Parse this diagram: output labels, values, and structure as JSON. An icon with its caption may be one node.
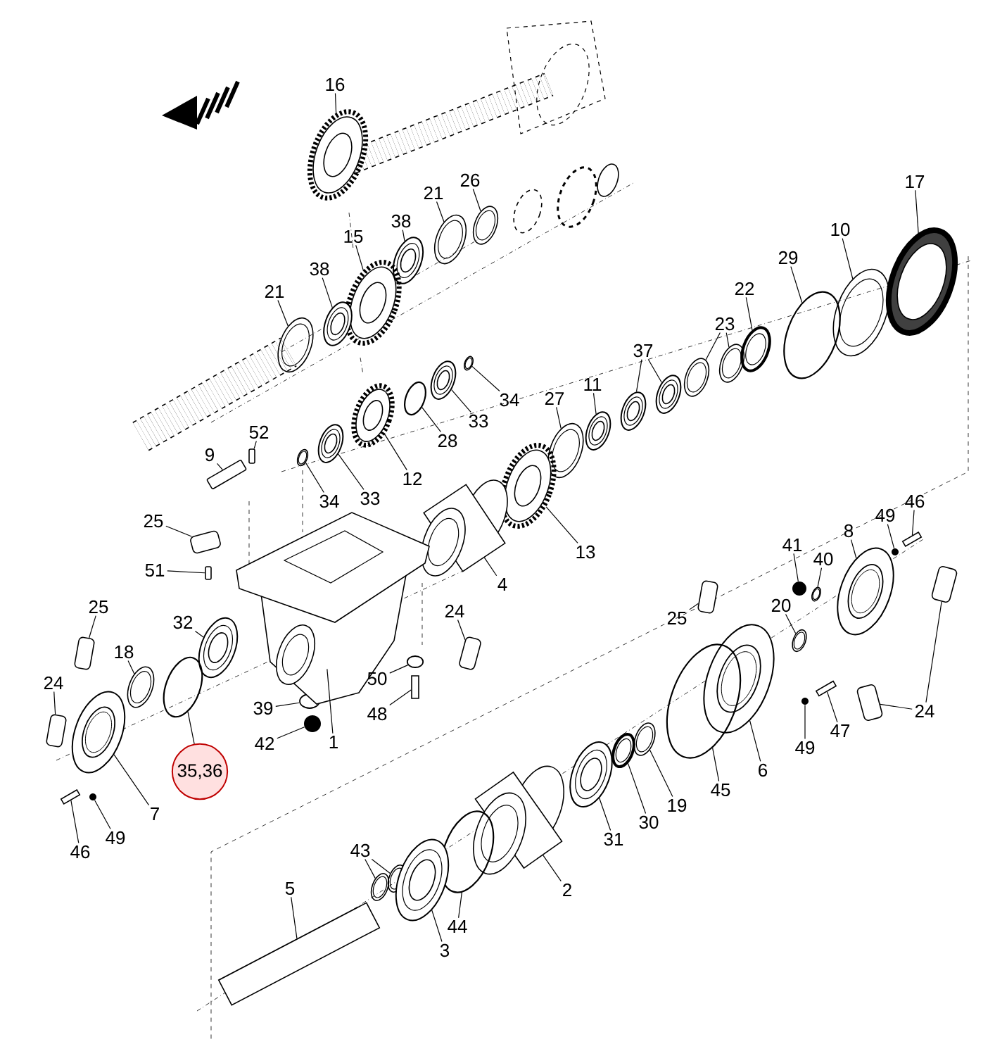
{
  "diagram": {
    "nodes": [
      {
        "text": [
          "16"
        ]
      },
      {
        "text": [
          "26"
        ]
      },
      {
        "text": [
          "21"
        ]
      },
      {
        "text": [
          "38"
        ]
      },
      {
        "text": [
          "15"
        ]
      },
      {
        "text": [
          "17"
        ]
      },
      {
        "text": [
          "38"
        ]
      },
      {
        "text": [
          "21"
        ]
      },
      {
        "text": [
          "10"
        ]
      },
      {
        "text": [
          "29"
        ]
      },
      {
        "text": [
          "22"
        ]
      },
      {
        "text": [
          "23"
        ]
      },
      {
        "text": [
          "37"
        ]
      },
      {
        "text": [
          "11"
        ]
      },
      {
        "text": [
          "27"
        ]
      },
      {
        "text": [
          "34"
        ]
      },
      {
        "text": [
          "33"
        ]
      },
      {
        "text": [
          "52"
        ]
      },
      {
        "text": [
          "28"
        ]
      },
      {
        "text": [
          "9"
        ]
      },
      {
        "text": [
          "12"
        ]
      },
      {
        "text": [
          "33"
        ]
      },
      {
        "text": [
          "34"
        ]
      },
      {
        "text": [
          "13"
        ]
      },
      {
        "text": [
          "25"
        ]
      },
      {
        "text": [
          "51"
        ]
      },
      {
        "text": [
          "4"
        ]
      },
      {
        "text": [
          "41"
        ]
      },
      {
        "text": [
          "49"
        ]
      },
      {
        "text": [
          "46"
        ]
      },
      {
        "text": [
          "8"
        ]
      },
      {
        "text": [
          "25"
        ]
      },
      {
        "text": [
          "32"
        ]
      },
      {
        "text": [
          "24"
        ]
      },
      {
        "text": [
          "25"
        ]
      },
      {
        "text": [
          "20"
        ]
      },
      {
        "text": [
          "40"
        ]
      },
      {
        "text": [
          "18"
        ]
      },
      {
        "text": [
          "39"
        ]
      },
      {
        "text": [
          "50"
        ]
      },
      {
        "text": [
          "42"
        ]
      },
      {
        "text": [
          "48"
        ]
      },
      {
        "text": [
          "24"
        ]
      },
      {
        "text": [
          "1"
        ]
      },
      {
        "text": [
          "49"
        ]
      },
      {
        "text": [
          "47"
        ]
      },
      {
        "text": [
          "24"
        ]
      },
      {
        "text": [
          "6"
        ]
      },
      {
        "text": [
          "35,36"
        ]
      },
      {
        "text": [
          "45"
        ]
      },
      {
        "text": [
          "19"
        ]
      },
      {
        "text": [
          "7"
        ]
      },
      {
        "text": [
          "30"
        ]
      },
      {
        "text": [
          "31"
        ]
      },
      {
        "text": [
          "49"
        ]
      },
      {
        "text": [
          "43"
        ]
      },
      {
        "text": [
          "46"
        ]
      },
      {
        "text": [
          "5"
        ]
      },
      {
        "text": [
          "2"
        ]
      },
      {
        "text": [
          "44"
        ]
      },
      {
        "text": [
          "3"
        ]
      },
      {
        "text": [],
        "shape": "gear"
      },
      {
        "text": [],
        "shape": "ring"
      },
      {
        "text": [],
        "shape": "ring"
      },
      {
        "text": [],
        "shape": "bearing"
      },
      {
        "text": [],
        "shape": "gear"
      },
      {
        "text": [],
        "shape": "gear"
      },
      {
        "text": [],
        "shape": "bearing"
      },
      {
        "text": [],
        "shape": "ring"
      },
      {
        "text": [],
        "shape": "ring"
      },
      {
        "text": [],
        "shape": "ring"
      },
      {
        "text": [],
        "shape": "ring"
      },
      {
        "text": [],
        "shape": "ring"
      },
      {
        "text": [],
        "shape": "ring"
      },
      {
        "text": [],
        "shape": "bearing"
      },
      {
        "text": [],
        "shape": "bearing"
      },
      {
        "text": [],
        "shape": "bearing"
      },
      {
        "text": [],
        "shape": "ring"
      },
      {
        "text": [],
        "shape": "ring"
      },
      {
        "text": [],
        "shape": "bearing"
      },
      {
        "text": [],
        "shape": "pin"
      },
      {
        "text": [],
        "shape": "ring"
      },
      {
        "text": [],
        "shape": "pin"
      },
      {
        "text": [],
        "shape": "gear"
      },
      {
        "text": [],
        "shape": "bearing"
      },
      {
        "text": [],
        "shape": "ring"
      },
      {
        "text": [],
        "shape": "gear"
      },
      {
        "text": [],
        "shape": "sensor"
      },
      {
        "text": [],
        "shape": "pin"
      },
      {
        "text": [],
        "shape": "cylinder"
      },
      {
        "text": [],
        "shape": "nut"
      },
      {
        "text": [],
        "shape": "nut"
      },
      {
        "text": [],
        "shape": "bolt"
      },
      {
        "text": [],
        "shape": "cover"
      },
      {
        "text": [],
        "shape": "sensor"
      },
      {
        "text": [],
        "shape": "bearing"
      },
      {
        "text": [],
        "shape": "sensor"
      },
      {
        "text": [],
        "shape": "sensor"
      },
      {
        "text": [],
        "shape": "ring"
      },
      {
        "text": [],
        "shape": "ring"
      },
      {
        "text": [],
        "shape": "ring"
      },
      {
        "text": [],
        "shape": "ring"
      },
      {
        "text": [],
        "shape": "ring"
      },
      {
        "text": [],
        "shape": "nut"
      },
      {
        "text": [],
        "shape": "bolt"
      },
      {
        "text": [],
        "shape": "sensor"
      },
      {
        "text": [],
        "shape": "housing"
      },
      {
        "text": [],
        "shape": "nut"
      },
      {
        "text": [],
        "shape": "bolt"
      },
      {
        "text": [],
        "shape": "sensor"
      },
      {
        "text": [],
        "shape": "sensor"
      },
      {
        "text": [],
        "shape": "cover"
      },
      {
        "text": [],
        "shape": "ring"
      },
      {
        "text": [],
        "shape": "ring"
      },
      {
        "text": [],
        "shape": "ring"
      },
      {
        "text": [],
        "shape": "cover"
      },
      {
        "text": [],
        "shape": "ring"
      },
      {
        "text": [],
        "shape": "bearing"
      },
      {
        "text": [],
        "shape": "nut"
      },
      {
        "text": [],
        "shape": "ring"
      },
      {
        "text": [],
        "shape": "ring"
      },
      {
        "text": [],
        "shape": "bolt"
      },
      {
        "text": [],
        "shape": "shaft"
      },
      {
        "text": [],
        "shape": "cylinder"
      },
      {
        "text": [],
        "shape": "ring"
      },
      {
        "text": [],
        "shape": "bearing"
      }
    ],
    "edges": [
      {
        "from": 0,
        "to": 61,
        "arrow": "none"
      },
      {
        "from": 1,
        "to": 62,
        "arrow": "none"
      },
      {
        "from": 2,
        "to": 63,
        "arrow": "none"
      },
      {
        "from": 3,
        "to": 64,
        "arrow": "none"
      },
      {
        "from": 4,
        "to": 65,
        "arrow": "none"
      },
      {
        "from": 5,
        "to": 66,
        "arrow": "none"
      },
      {
        "from": 6,
        "to": 67,
        "arrow": "none"
      },
      {
        "from": 7,
        "to": 68,
        "arrow": "none"
      },
      {
        "from": 8,
        "to": 69,
        "arrow": "none"
      },
      {
        "from": 9,
        "to": 70,
        "arrow": "none"
      },
      {
        "from": 10,
        "to": 71,
        "arrow": "none"
      },
      {
        "from": 11,
        "to": 72,
        "arrow": "none"
      },
      {
        "from": 11,
        "to": 73,
        "arrow": "none"
      },
      {
        "from": 12,
        "to": 74,
        "arrow": "none"
      },
      {
        "from": 12,
        "to": 75,
        "arrow": "none"
      },
      {
        "from": 13,
        "to": 76,
        "arrow": "none"
      },
      {
        "from": 14,
        "to": 77,
        "arrow": "none"
      },
      {
        "from": 15,
        "to": 78,
        "arrow": "none"
      },
      {
        "from": 16,
        "to": 79,
        "arrow": "none"
      },
      {
        "from": 17,
        "to": 80,
        "arrow": "none"
      },
      {
        "from": 18,
        "to": 81,
        "arrow": "none"
      },
      {
        "from": 19,
        "to": 82,
        "arrow": "none"
      },
      {
        "from": 20,
        "to": 83,
        "arrow": "none"
      },
      {
        "from": 21,
        "to": 84,
        "arrow": "none"
      },
      {
        "from": 22,
        "to": 85,
        "arrow": "none"
      },
      {
        "from": 23,
        "to": 86,
        "arrow": "none"
      },
      {
        "from": 24,
        "to": 87,
        "arrow": "none"
      },
      {
        "from": 25,
        "to": 88,
        "arrow": "none"
      },
      {
        "from": 26,
        "to": 89,
        "arrow": "none"
      },
      {
        "from": 27,
        "to": 90,
        "arrow": "none"
      },
      {
        "from": 28,
        "to": 91,
        "arrow": "none"
      },
      {
        "from": 29,
        "to": 92,
        "arrow": "none"
      },
      {
        "from": 30,
        "to": 93,
        "arrow": "none"
      },
      {
        "from": 31,
        "to": 94,
        "arrow": "none"
      },
      {
        "from": 32,
        "to": 95,
        "arrow": "none"
      },
      {
        "from": 33,
        "to": 96,
        "arrow": "none"
      },
      {
        "from": 34,
        "to": 97,
        "arrow": "none"
      },
      {
        "from": 35,
        "to": 98,
        "arrow": "none"
      },
      {
        "from": 36,
        "to": 99,
        "arrow": "none"
      },
      {
        "from": 37,
        "to": 100,
        "arrow": "none"
      },
      {
        "from": 38,
        "to": 101,
        "arrow": "none"
      },
      {
        "from": 39,
        "to": 102,
        "arrow": "none"
      },
      {
        "from": 40,
        "to": 103,
        "arrow": "none"
      },
      {
        "from": 41,
        "to": 104,
        "arrow": "none"
      },
      {
        "from": 42,
        "to": 105,
        "arrow": "none"
      },
      {
        "from": 43,
        "to": 106,
        "arrow": "none"
      },
      {
        "from": 44,
        "to": 107,
        "arrow": "none"
      },
      {
        "from": 45,
        "to": 108,
        "arrow": "none"
      },
      {
        "from": 46,
        "to": 109,
        "arrow": "none"
      },
      {
        "from": 46,
        "to": 110,
        "arrow": "none"
      },
      {
        "from": 47,
        "to": 111,
        "arrow": "none"
      },
      {
        "from": 48,
        "to": 112,
        "arrow": "none"
      },
      {
        "from": 49,
        "to": 113,
        "arrow": "none"
      },
      {
        "from": 50,
        "to": 114,
        "arrow": "none"
      },
      {
        "from": 51,
        "to": 115,
        "arrow": "none"
      },
      {
        "from": 52,
        "to": 116,
        "arrow": "none"
      },
      {
        "from": 53,
        "to": 117,
        "arrow": "none"
      },
      {
        "from": 54,
        "to": 118,
        "arrow": "none"
      },
      {
        "from": 55,
        "to": 119,
        "arrow": "none"
      },
      {
        "from": 55,
        "to": 120,
        "arrow": "none"
      },
      {
        "from": 56,
        "to": 121,
        "arrow": "none"
      },
      {
        "from": 57,
        "to": 122,
        "arrow": "none"
      },
      {
        "from": 58,
        "to": 123,
        "arrow": "none"
      },
      {
        "from": 59,
        "to": 124,
        "arrow": "none"
      },
      {
        "from": 60,
        "to": 125,
        "arrow": "none"
      }
    ]
  }
}
